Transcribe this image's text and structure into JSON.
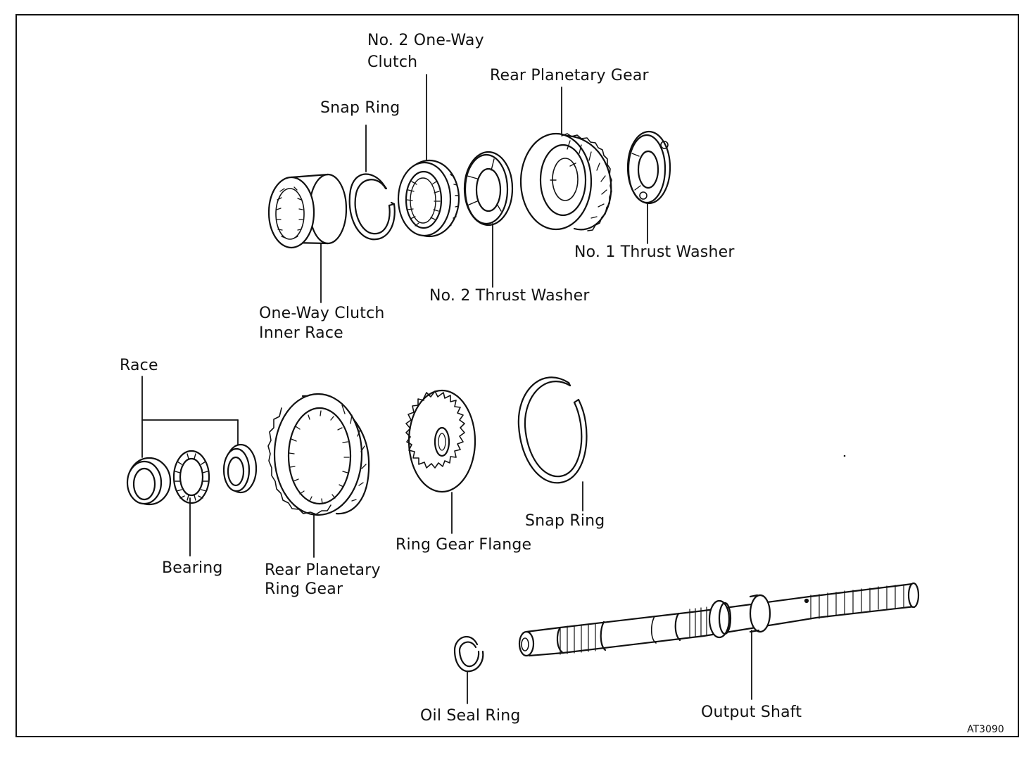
{
  "figure": {
    "code": "AT3090",
    "ink_color": "#111111",
    "background": "#ffffff"
  },
  "labels": {
    "no2_one_way_clutch_1": "No. 2 One-Way",
    "no2_one_way_clutch_2": "Clutch",
    "snap_ring_top": "Snap Ring",
    "rear_planetary_gear": "Rear Planetary Gear",
    "no1_thrust_washer": "No. 1 Thrust Washer",
    "no2_thrust_washer": "No. 2 Thrust Washer",
    "one_way_clutch_inner_race_1": "One-Way Clutch",
    "one_way_clutch_inner_race_2": "Inner Race",
    "race": "Race",
    "bearing": "Bearing",
    "rear_planetary_ring_gear_1": "Rear Planetary",
    "rear_planetary_ring_gear_2": "Ring Gear",
    "ring_gear_flange": "Ring Gear Flange",
    "snap_ring_mid": "Snap Ring",
    "oil_seal_ring": "Oil Seal Ring",
    "output_shaft": "Output Shaft"
  }
}
